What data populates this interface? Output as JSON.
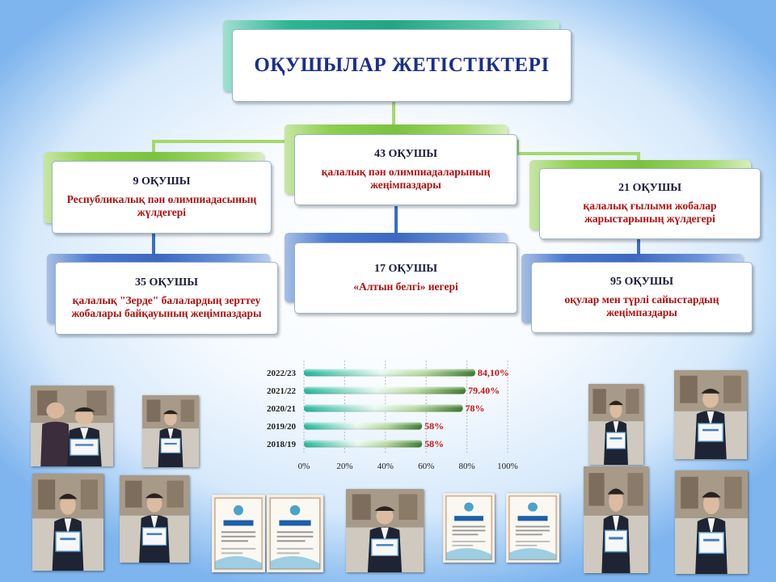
{
  "title": "ОҚУШЫЛАР ЖЕТІСТІКТЕРІ",
  "nodes": [
    {
      "num": "9 ОҚУШЫ",
      "desc": "Республикалық пән олимпиадасының жүлдегері"
    },
    {
      "num": "43 ОҚУШЫ",
      "desc": "қалалық пән олимпиадаларының жеңімпаздары"
    },
    {
      "num": "21 ОҚУШЫ",
      "desc": "қалалық ғылыми жобалар жарыстарының  жүлдегері"
    },
    {
      "num": "35  ОҚУШЫ",
      "desc": "қалалық \"Зерде\" балалардың зерттеу жобалары байқауының жеңімпаздары"
    },
    {
      "num": "17 ОҚУШЫ",
      "desc": "«Алтын белгі» иегері"
    },
    {
      "num": "95 ОҚУШЫ",
      "desc": "оқулар мен түрлі сайыстардың жеңімпаздары"
    }
  ],
  "chart_data": {
    "type": "bar",
    "orientation": "horizontal",
    "categories": [
      "2022/23",
      "2021/22",
      "2020/21",
      "2019/20",
      "2018/19"
    ],
    "values": [
      84.1,
      79.4,
      78,
      58,
      58
    ],
    "data_labels": [
      "84,10%",
      "79.40%",
      "78%",
      "58%",
      "58%"
    ],
    "xlim": [
      0,
      100
    ],
    "x_ticks": [
      "0%",
      "20%",
      "40%",
      "60%",
      "80%",
      "100%"
    ],
    "grid": true,
    "colors": {
      "bar_start": "#1fb89a",
      "bar_mid": "#ffffff",
      "bar_end": "#3a7a2a",
      "label": "#d01010"
    }
  },
  "colors": {
    "title": "#1b2e8c",
    "number": "#1a1a40",
    "description": "#b01010",
    "connector_green": "#a6d86b",
    "connector_blue": "#3a6fc4"
  },
  "photos": [
    {
      "kind": "teacher-student"
    },
    {
      "kind": "student"
    },
    {
      "kind": "student"
    },
    {
      "kind": "student"
    },
    {
      "kind": "diploma"
    },
    {
      "kind": "diploma"
    },
    {
      "kind": "student"
    },
    {
      "kind": "diploma"
    },
    {
      "kind": "diploma"
    },
    {
      "kind": "student"
    },
    {
      "kind": "student"
    },
    {
      "kind": "student"
    },
    {
      "kind": "student"
    }
  ]
}
